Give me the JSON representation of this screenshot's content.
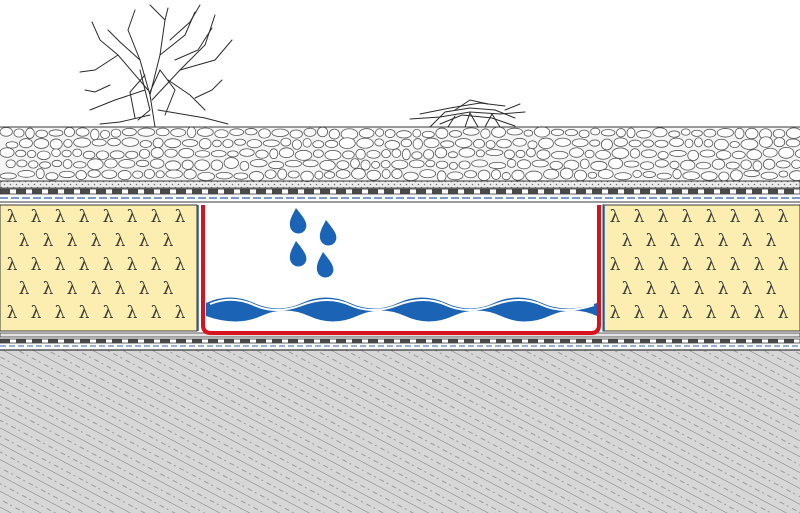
{
  "diagram": {
    "insulation_symbol": "λ",
    "layers_top_to_bottom": [
      "vegetation",
      "gravel-ballast",
      "protection-mat",
      "waterproofing-membrane",
      "thermal-insulation",
      "water-retention-channel",
      "vapour-barrier",
      "concrete-slab"
    ],
    "icons": [
      "shrub-icon",
      "low-plant-icon",
      "water-drop-icon",
      "water-wave-icon"
    ],
    "colors": {
      "insulation_fill": "#fbeeb0",
      "concrete_fill": "#d7d7d7",
      "channel_lining": "#d6121f",
      "water": "#1b63b5",
      "line": "#2b2b2b"
    }
  }
}
